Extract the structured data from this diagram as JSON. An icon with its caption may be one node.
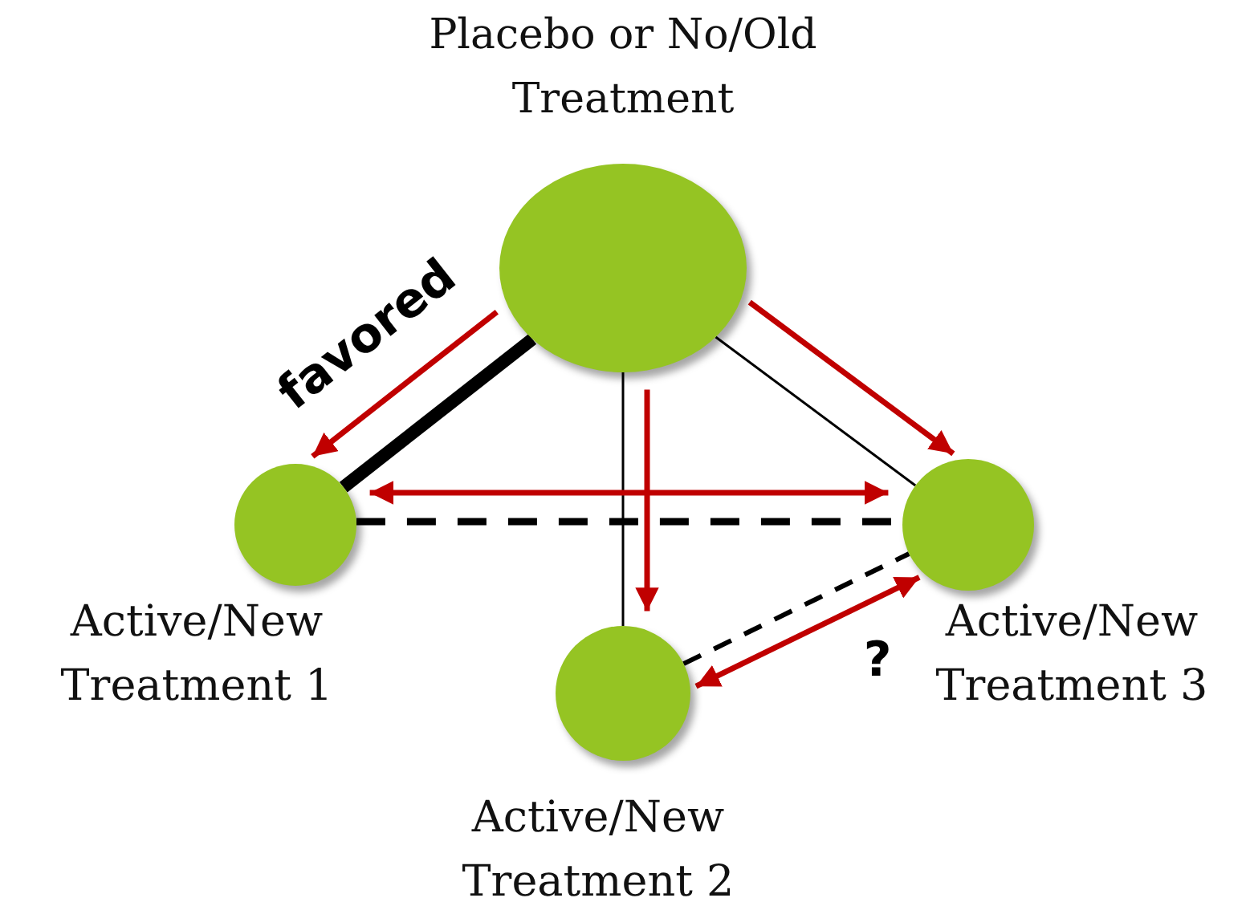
{
  "diagram": {
    "nodes": [
      {
        "text": [
          "Placebo or No/Old Treatment"
        ]
      },
      {
        "text": [
          "Active/New Treatment 1"
        ]
      },
      {
        "text": [
          "Active/New Treatment 2"
        ]
      },
      {
        "text": [
          "Active/New Treatment 3"
        ]
      }
    ],
    "edges": [
      {
        "from": 0,
        "to": 1,
        "arrow": "none",
        "style": "thick"
      },
      {
        "from": 0,
        "to": 2,
        "arrow": "none"
      },
      {
        "from": 0,
        "to": 3,
        "arrow": "none"
      },
      {
        "from": 1,
        "to": 3,
        "arrow": "none",
        "style": "dashed"
      },
      {
        "from": 2,
        "to": 3,
        "arrow": "none",
        "style": "dashed"
      },
      {
        "from": 0,
        "to": 1,
        "arrow": "to",
        "label": "favored",
        "color": "#c00000"
      },
      {
        "from": 0,
        "to": 3,
        "arrow": "to",
        "color": "#c00000"
      },
      {
        "from": 0,
        "to": 2,
        "arrow": "to",
        "color": "#c00000"
      },
      {
        "from": 1,
        "to": 3,
        "arrow": "both",
        "color": "#c00000"
      },
      {
        "from": 2,
        "to": 3,
        "arrow": "both",
        "label": "?",
        "color": "#c00000"
      }
    ]
  }
}
